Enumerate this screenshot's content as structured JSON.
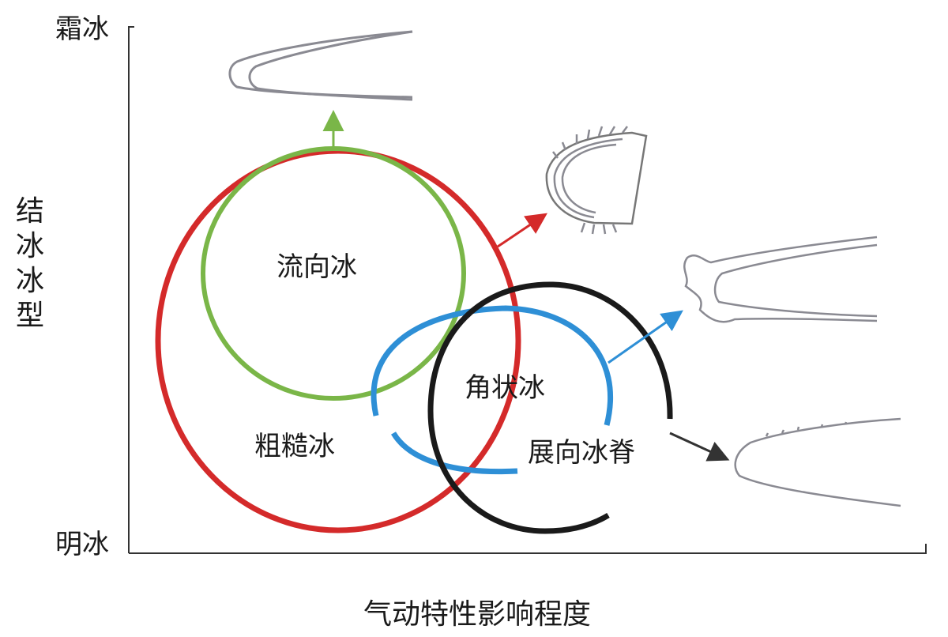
{
  "axes": {
    "y_title": "结冰冰型",
    "x_title": "气动特性影响程度",
    "y_top_label": "霜冰",
    "y_bottom_label": "明冰"
  },
  "regions": [
    {
      "key": "horn",
      "label": "角状冰",
      "color": "#1a1a1a"
    },
    {
      "key": "streamwise",
      "label": "流向冰",
      "color": "#7ab648"
    },
    {
      "key": "rough",
      "label": "粗糙冰",
      "color": "#d42a2a"
    },
    {
      "key": "spanwise",
      "label": "展向冰脊",
      "color": "#2e8fd6"
    }
  ],
  "colors": {
    "axis": "#333333",
    "ice_outline": "#8a8a92"
  }
}
